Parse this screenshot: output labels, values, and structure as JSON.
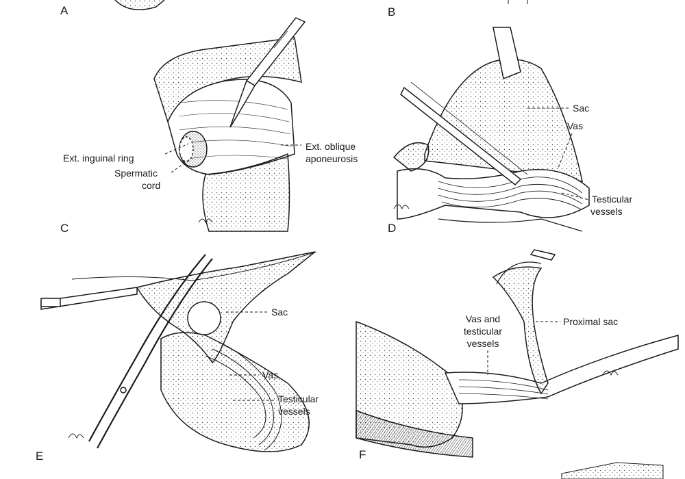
{
  "panels": {
    "a": {
      "letter": "A"
    },
    "b": {
      "letter": "B"
    },
    "c": {
      "letter": "C",
      "labels": {
        "ext_inguinal_ring": "Ext. inguinal ring",
        "spermatic_cord_1": "Spermatic",
        "spermatic_cord_2": "cord",
        "ext_oblique_1": "Ext. oblique",
        "ext_oblique_2": "aponeurosis"
      }
    },
    "d": {
      "letter": "D",
      "labels": {
        "sac": "Sac",
        "vas": "Vas",
        "testicular_1": "Testicular",
        "testicular_2": "vessels"
      }
    },
    "e": {
      "letter": "E",
      "labels": {
        "sac": "Sac",
        "vas": "Vas",
        "testicular_1": "Testicular",
        "testicular_2": "vessels"
      }
    },
    "f": {
      "letter": "F",
      "labels": {
        "vas_and_1": "Vas and",
        "vas_and_2": "testicular",
        "vas_and_3": "vessels",
        "proximal_sac": "Proximal sac"
      }
    }
  },
  "colors": {
    "ink": "#1a1a1a",
    "paper": "#ffffff",
    "stipple": "#555555"
  }
}
